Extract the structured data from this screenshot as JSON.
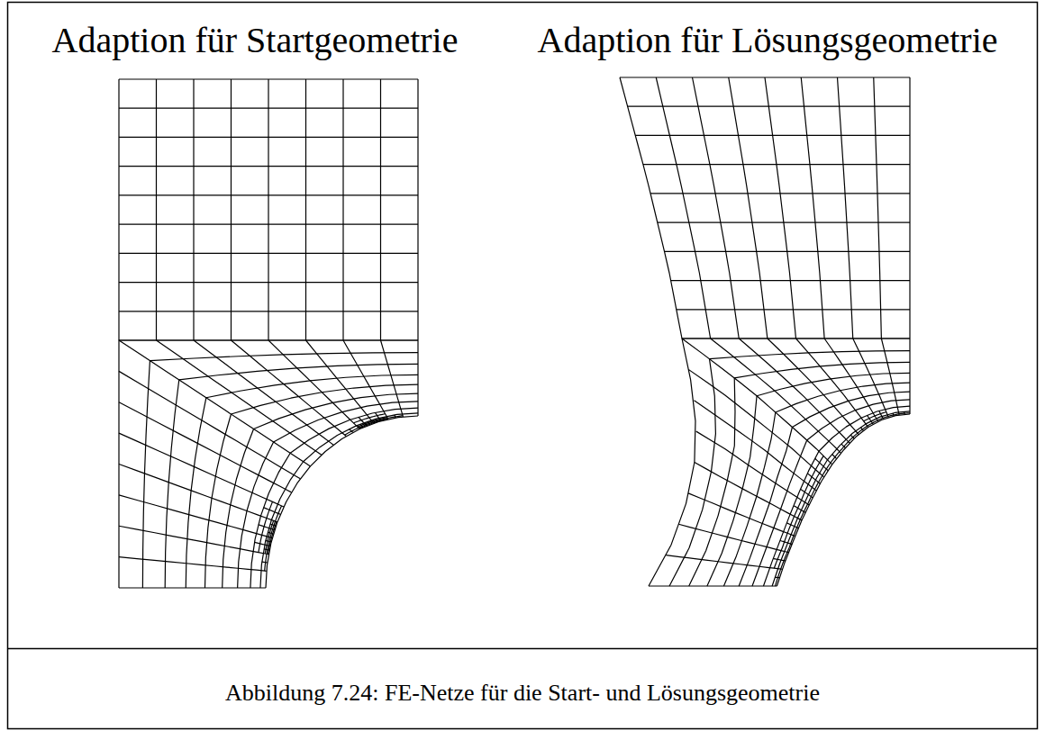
{
  "diagram": {
    "caption": "Abbildung 7.24: FE-Netze für die Start- und Lösungsgeometrie",
    "labels": [
      "Adaption für Startgeometrie",
      "Adaption für Lösungsgeometrie"
    ]
  }
}
